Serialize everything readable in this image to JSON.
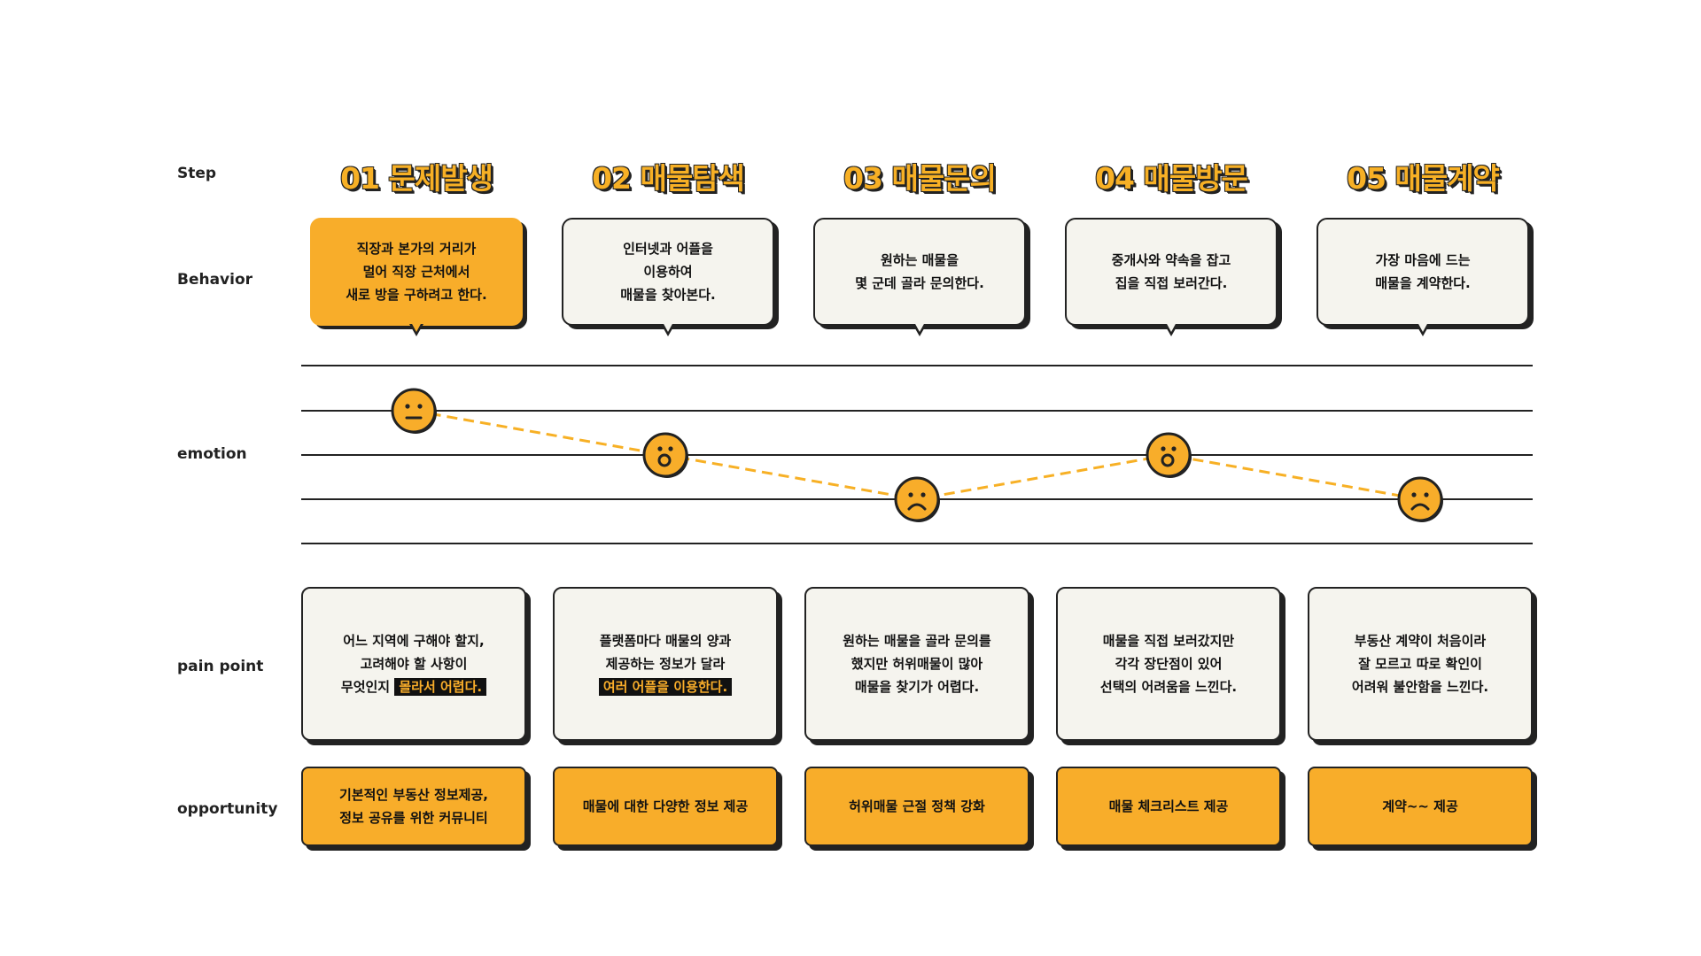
{
  "labels": {
    "step": "Step",
    "behavior": "Behavior",
    "emotion": "emotion",
    "pain_point": "pain point",
    "opportunity": "opportunity"
  },
  "steps": [
    {
      "title": "01 문제발생",
      "behavior": "직장과 본가의 거리가\n멀어 직장 근처에서\n새로 방을 구하려고 한다.",
      "pain": [
        "어느 지역에 구해야 할지,",
        "고려해야 할 사항이",
        "무엇인지 "
      ],
      "pain_mark": "몰라서 어렵다.",
      "opportunity": "기본적인 부동산 정보제공,\n정보 공유를 위한 커뮤니티",
      "emotion": "neutral",
      "emotion_level": 1
    },
    {
      "title": "02 매물탐색",
      "behavior": "인터넷과 어플을\n이용하여\n매물을 찾아본다.",
      "pain": [
        "플랫폼마다 매물의 양과",
        "제공하는 정보가 달라"
      ],
      "pain_mark": "여러 어플을 이용한다.",
      "opportunity": "매물에 대한 다양한 정보 제공",
      "emotion": "surprised",
      "emotion_level": 2
    },
    {
      "title": "03 매물문의",
      "behavior": "원하는 매물을\n몇 군데 골라 문의한다.",
      "pain": [
        "원하는 매물을 골라 문의를",
        "했지만 허위매물이 많아",
        "매물을 찾기가 어렵다."
      ],
      "pain_mark": "",
      "opportunity": "허위매물 근절 정책 강화",
      "emotion": "sad",
      "emotion_level": 3
    },
    {
      "title": "04 매물방문",
      "behavior": "중개사와 약속을 잡고\n집을 직접 보러간다.",
      "pain": [
        "매물을 직접 보러갔지만",
        "각각 장단점이 있어",
        "선택의 어려움을 느낀다."
      ],
      "pain_mark": "",
      "opportunity": "매물 체크리스트 제공",
      "emotion": "surprised",
      "emotion_level": 2
    },
    {
      "title": "05 매물계약",
      "behavior": "가장 마음에 드는\n매물을 계약한다.",
      "pain": [
        "부동산 계약이 처음이라",
        "잘 모르고 따로 확인이",
        "어려워 불안함을 느낀다."
      ],
      "pain_mark": "",
      "opportunity": "계약~~ 제공",
      "emotion": "sad",
      "emotion_level": 3
    }
  ],
  "colors": {
    "accent": "#f8ad2a",
    "ink": "#222222",
    "card": "#f5f4ee",
    "dash": "#f7b025"
  }
}
